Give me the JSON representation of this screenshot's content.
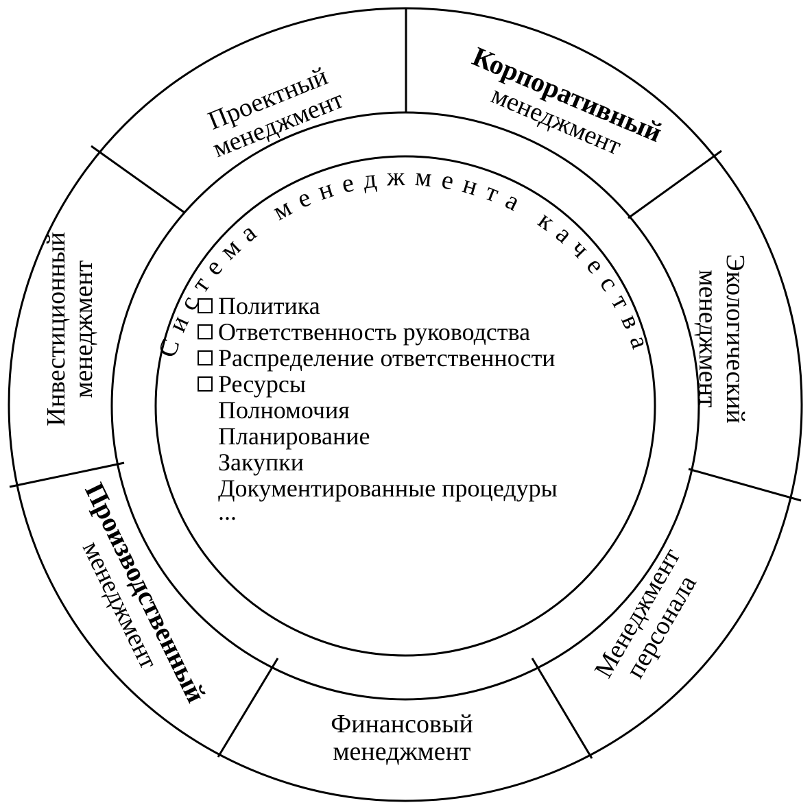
{
  "inner_ring": {
    "words": [
      "Система",
      "менеджмента",
      "качества"
    ]
  },
  "segments": [
    {
      "id": "project",
      "lines": [
        "Проектный",
        "менеджмент"
      ]
    },
    {
      "id": "corporate",
      "lines": [
        "Корпоративный",
        "менеджмент"
      ]
    },
    {
      "id": "ecological",
      "lines": [
        "Экологический",
        "менеджмент"
      ]
    },
    {
      "id": "personnel",
      "lines": [
        "Менеджмент",
        "персонала"
      ]
    },
    {
      "id": "financial",
      "lines": [
        "Финансовый",
        "менеджмент"
      ]
    },
    {
      "id": "production",
      "lines": [
        "Производственный",
        "менеджмент"
      ]
    },
    {
      "id": "investment",
      "lines": [
        "Инвестиционный",
        "менеджмент"
      ]
    }
  ],
  "center": {
    "checked_items": [
      "Политика",
      "Ответственность руководства",
      "Распределение ответственности",
      "Ресурсы"
    ],
    "plain_items": [
      "Полномочия",
      "Планирование",
      "Закупки",
      "Документированные процедуры",
      "..."
    ]
  }
}
